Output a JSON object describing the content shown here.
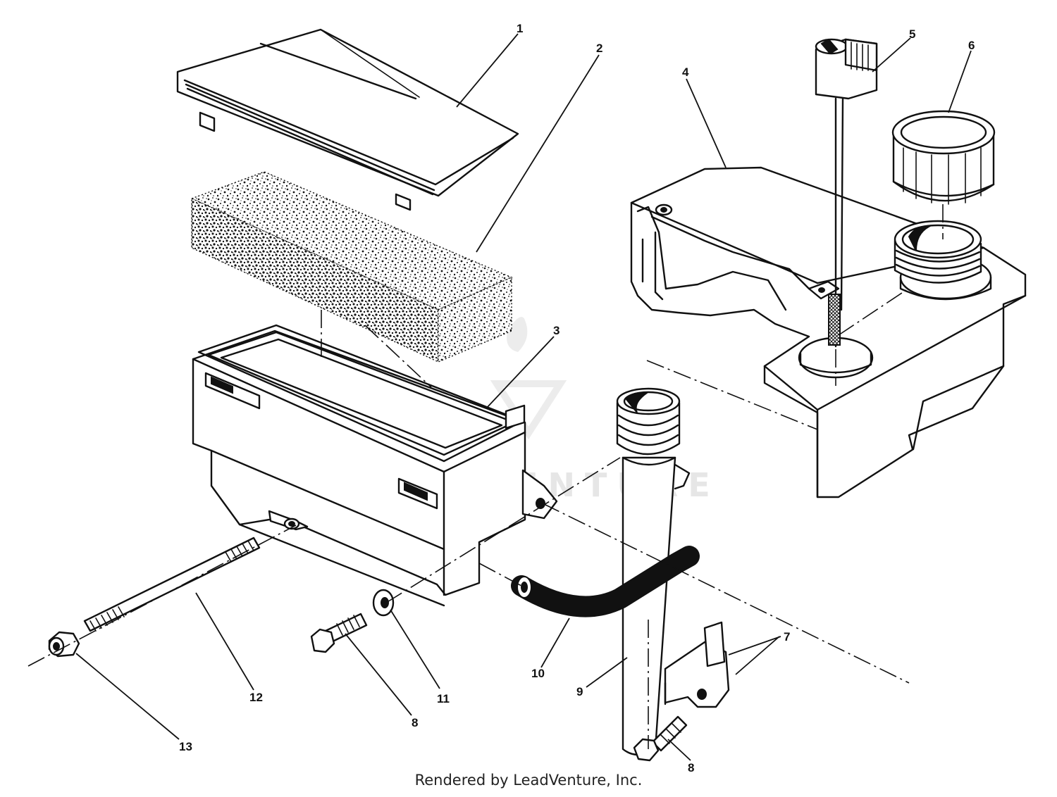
{
  "watermark": "LEADVENTURE",
  "footer": "Rendered by LeadVenture, Inc.",
  "callouts": [
    {
      "id": "1",
      "label": "1"
    },
    {
      "id": "2",
      "label": "2"
    },
    {
      "id": "3",
      "label": "3"
    },
    {
      "id": "4",
      "label": "4"
    },
    {
      "id": "5",
      "label": "5"
    },
    {
      "id": "6",
      "label": "6"
    },
    {
      "id": "7",
      "label": "7"
    },
    {
      "id": "8a",
      "label": "8"
    },
    {
      "id": "8b",
      "label": "8"
    },
    {
      "id": "9",
      "label": "9"
    },
    {
      "id": "10",
      "label": "10"
    },
    {
      "id": "11",
      "label": "11"
    },
    {
      "id": "12",
      "label": "12"
    },
    {
      "id": "13",
      "label": "13"
    }
  ]
}
